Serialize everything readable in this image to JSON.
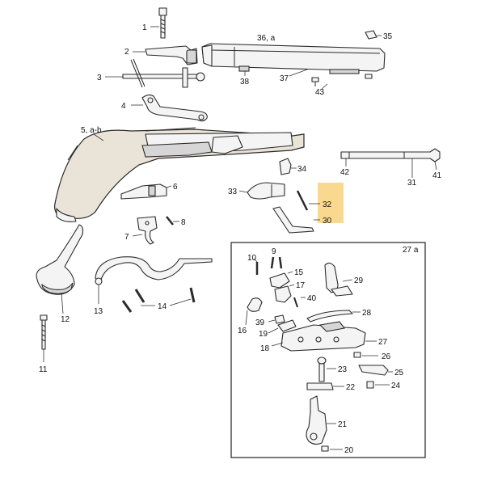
{
  "highlight_color": "#f7cc6a",
  "labels": {
    "p1": "1",
    "p2": "2",
    "p3": "3",
    "p4": "4",
    "p5": "5, a-b",
    "p6": "6",
    "p7": "7",
    "p8": "8",
    "p11": "11",
    "p12": "12",
    "p13": "13",
    "p14": "14",
    "p36": "36, a",
    "p35": "35",
    "p38": "38",
    "p37": "37",
    "p43": "43",
    "p42": "42",
    "p31": "31",
    "p41": "41",
    "p34": "34",
    "p33": "33",
    "p32": "32",
    "p30": "30",
    "inset": "27 a",
    "p10": "10",
    "p9": "9",
    "p15": "15",
    "p17": "17",
    "p29": "29",
    "p40": "40",
    "p28": "28",
    "p16": "16",
    "p39": "39",
    "p19": "19",
    "p18": "18",
    "p27": "27",
    "p26": "26",
    "p23": "23",
    "p25": "25",
    "p22": "22",
    "p24": "24",
    "p21": "21",
    "p20": "20"
  }
}
